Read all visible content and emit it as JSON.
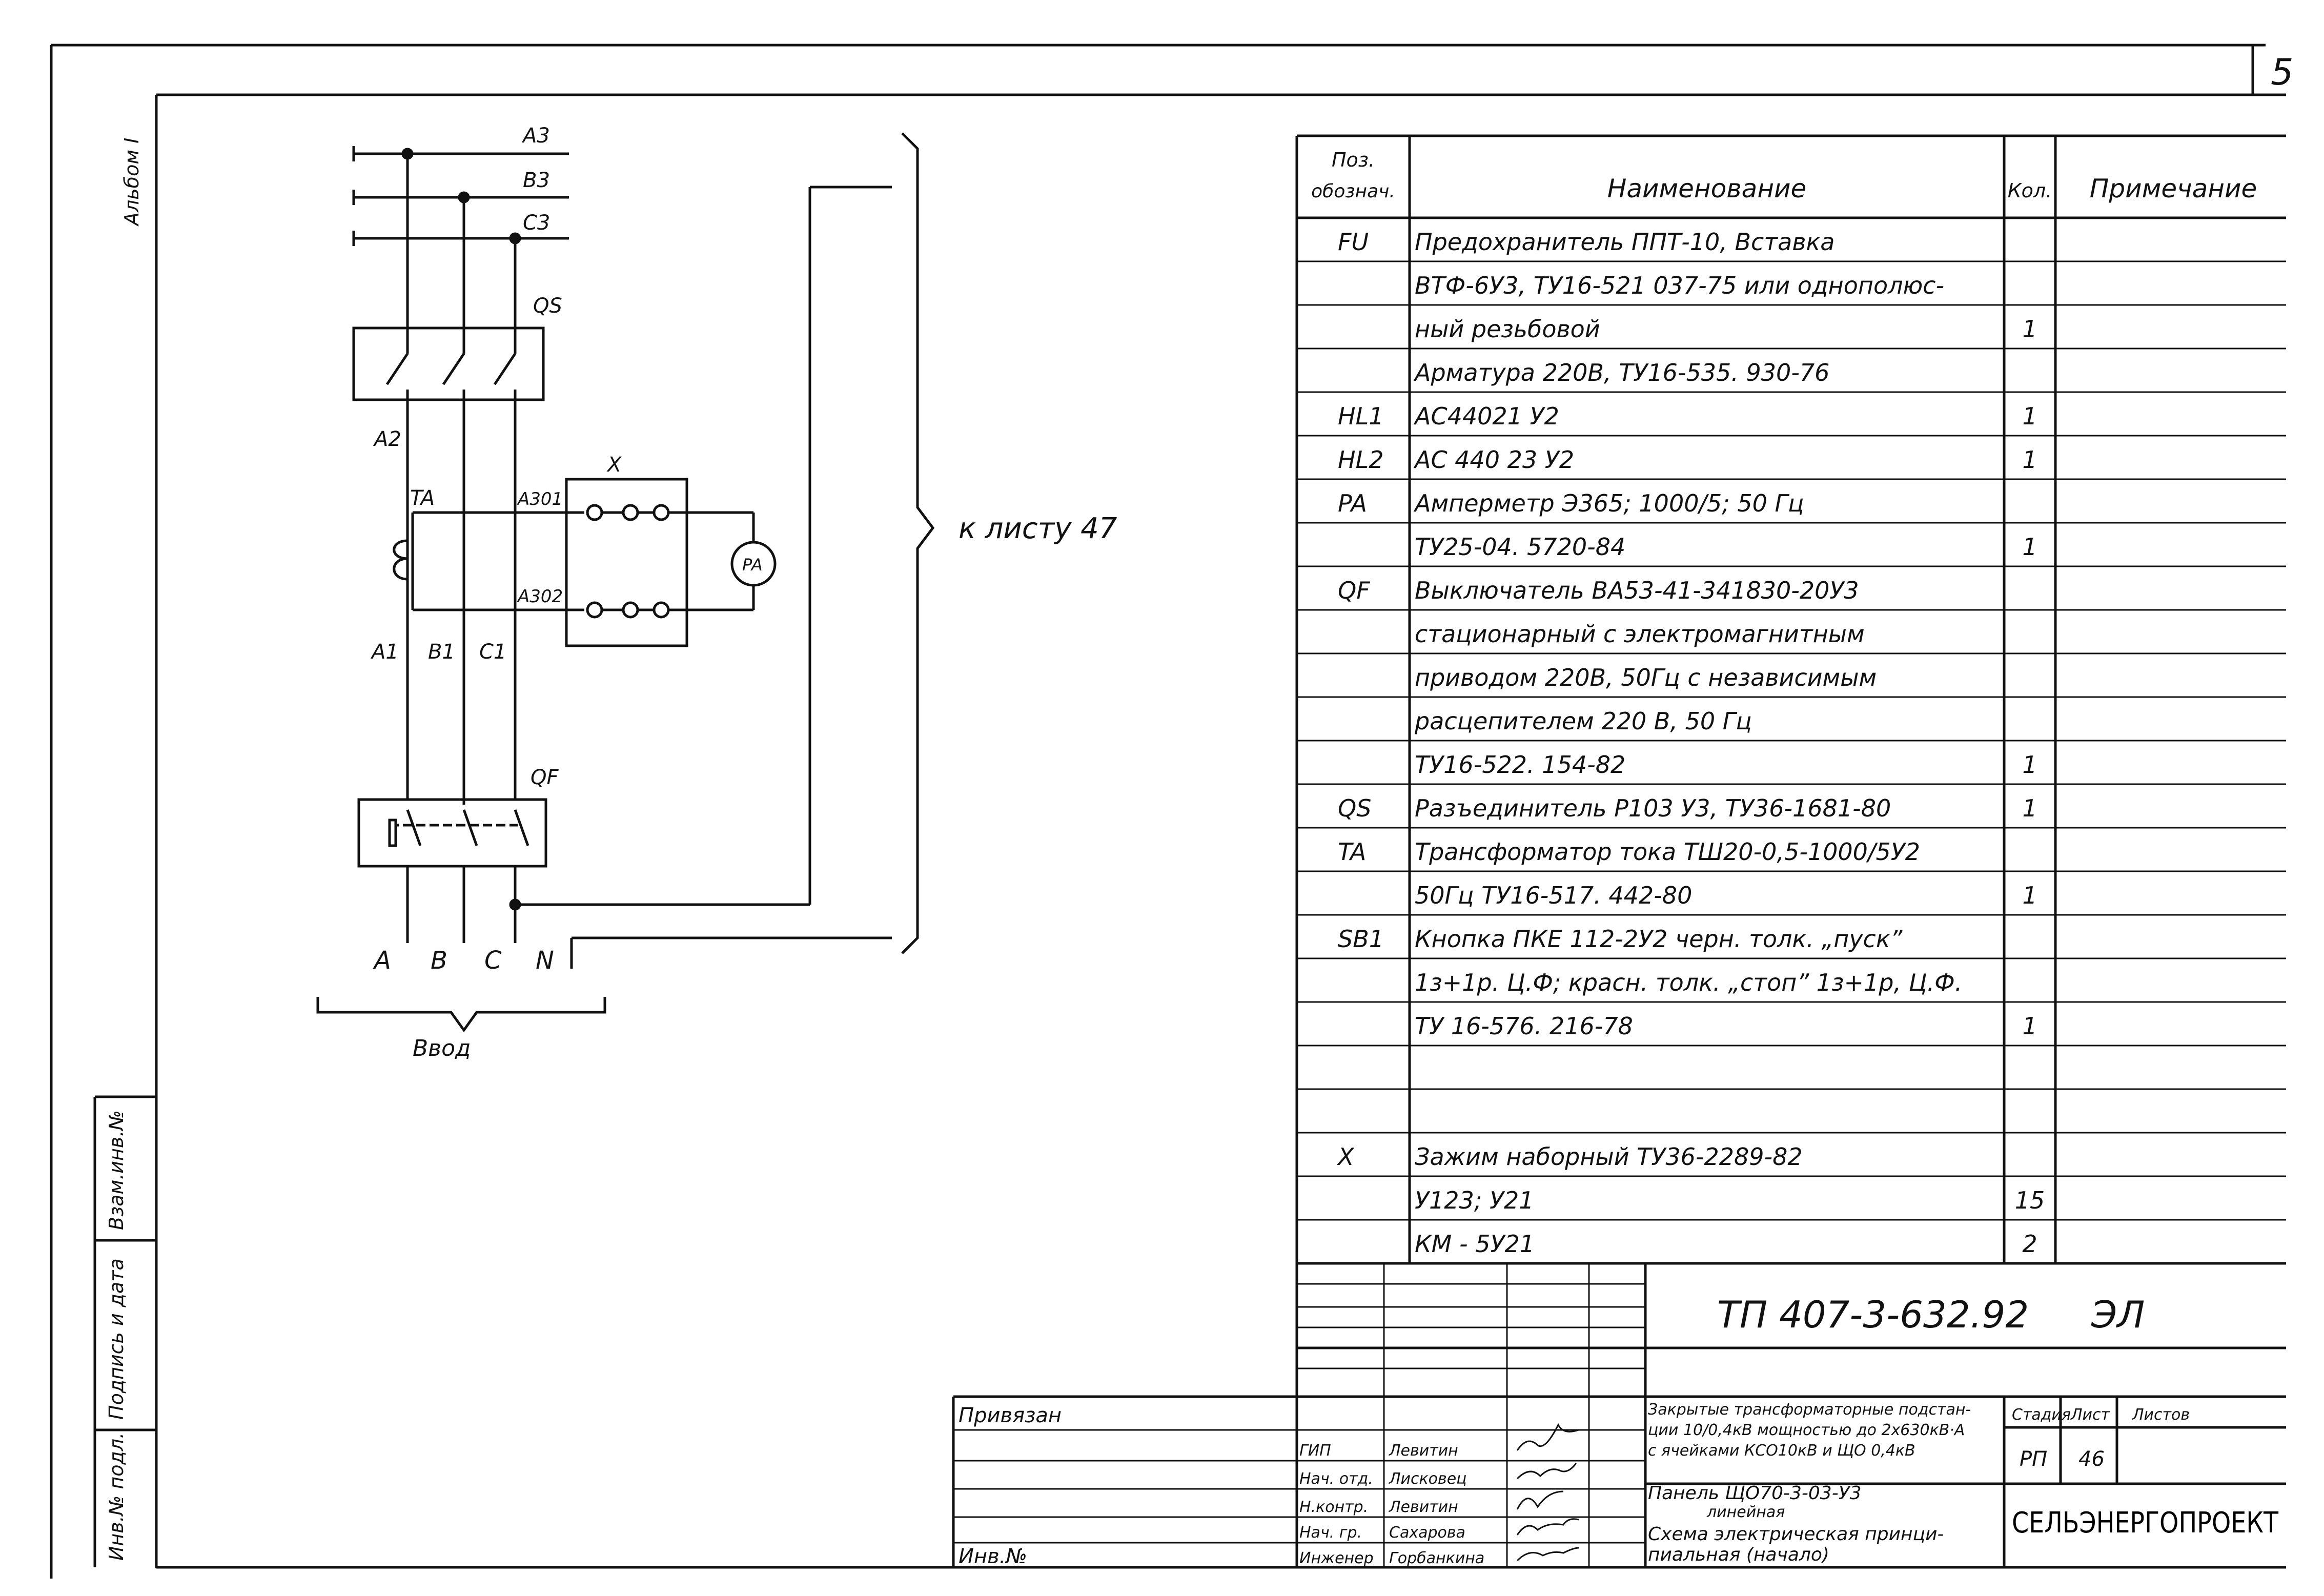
{
  "sheet_number_corner": "5",
  "album_label": "Альбом I",
  "side_stamps": {
    "inv_podl": "Инв.№ подл.",
    "podpis_data": "Подпись и дата",
    "vzam_inv": "Взам.инв.№"
  },
  "schematic": {
    "bus_labels": [
      "A3",
      "B3",
      "C3"
    ],
    "qs_label": "QS",
    "a2_label": "A2",
    "ta_label": "TA",
    "a301_label": "A301",
    "a302_label": "A302",
    "x_label": "X",
    "pa_label": "PA",
    "phase_out_labels": [
      "A1",
      "B1",
      "C1"
    ],
    "qf_label": "QF",
    "input_terminals": [
      "A",
      "B",
      "C",
      "N"
    ],
    "input_caption": "Ввод",
    "ref_text": "к листу 47"
  },
  "spec_table": {
    "headers": {
      "pos": "Поз. обознач.",
      "name": "Наименование",
      "qty": "Кол.",
      "note": "Примечание"
    },
    "rows": [
      {
        "pos": "FU",
        "name": "Предохранитель ППТ-10, Вставка",
        "qty": ""
      },
      {
        "pos": "",
        "name": "ВТФ-6У3, ТУ16-521 037-75 или однополюс-",
        "qty": ""
      },
      {
        "pos": "",
        "name": "ный резьбовой",
        "qty": "1"
      },
      {
        "pos": "",
        "name": "Арматура 220В, ТУ16-535. 930-76",
        "qty": ""
      },
      {
        "pos": "HL1",
        "name": "АС44021 У2",
        "qty": "1"
      },
      {
        "pos": "HL2",
        "name": "АС 440 23 У2",
        "qty": "1"
      },
      {
        "pos": "PA",
        "name": "Амперметр Э365; 1000/5; 50 Гц",
        "qty": ""
      },
      {
        "pos": "",
        "name": "ТУ25-04. 5720-84",
        "qty": "1"
      },
      {
        "pos": "QF",
        "name": "Выключатель ВА53-41-341830-20У3",
        "qty": ""
      },
      {
        "pos": "",
        "name": "стационарный с электромагнитным",
        "qty": ""
      },
      {
        "pos": "",
        "name": "приводом 220В, 50Гц с независимым",
        "qty": ""
      },
      {
        "pos": "",
        "name": "расцепителем 220 В, 50 Гц",
        "qty": ""
      },
      {
        "pos": "",
        "name": "ТУ16-522. 154-82",
        "qty": "1"
      },
      {
        "pos": "QS",
        "name": "Разъединитель Р103 У3, ТУ36-1681-80",
        "qty": "1"
      },
      {
        "pos": "TA",
        "name": "Трансформатор тока ТШ20-0,5-1000/5У2",
        "qty": ""
      },
      {
        "pos": "",
        "name": "50Гц ТУ16-517. 442-80",
        "qty": "1"
      },
      {
        "pos": "SB1",
        "name": "Кнопка ПКЕ 112-2У2 черн. толк. „пуск”",
        "qty": ""
      },
      {
        "pos": "",
        "name": "1з+1р. Ц.Ф; красн. толк. „стоп” 1з+1р, Ц.Ф.",
        "qty": ""
      },
      {
        "pos": "",
        "name": "ТУ 16-576. 216-78",
        "qty": "1"
      },
      {
        "pos": "",
        "name": "",
        "qty": ""
      },
      {
        "pos": "",
        "name": "",
        "qty": ""
      },
      {
        "pos": "X",
        "name": "Зажим наборный ТУ36-2289-82",
        "qty": ""
      },
      {
        "pos": "",
        "name": "У123; У21",
        "qty": "15"
      },
      {
        "pos": "",
        "name": "КМ - 5У21",
        "qty": "2"
      }
    ]
  },
  "title_block": {
    "doc_code": "ТП 407-3-632.92",
    "doc_mark": "ЭЛ",
    "privyazan": "Привязан",
    "inv_no": "Инв.№",
    "roles": [
      "ГИП",
      "Нач. отд.",
      "Н.контр.",
      "Нач. гр.",
      "Инженер"
    ],
    "names": [
      "Левитин",
      "Лисковец",
      "Левитин",
      "Сахарова",
      "Горбанкина"
    ],
    "project_title": [
      "Закрытые трансформаторные подстан-",
      "ции 10/0,4кВ мощностью до 2х630кВ·А",
      "с ячейками КСО10кВ и ЩО 0,4кВ"
    ],
    "drawing_title": [
      "Панель ЩО70-3-03-У3",
      "линейная",
      "Схема электрическая принци-",
      "пиальная (начало)"
    ],
    "stage_header": "Стадия",
    "sheet_header": "Лист",
    "sheets_header": "Листов",
    "stage": "РП",
    "sheet": "46",
    "sheets": "",
    "organization": "СЕЛЬЭНЕРГОПРОЕКТ"
  }
}
